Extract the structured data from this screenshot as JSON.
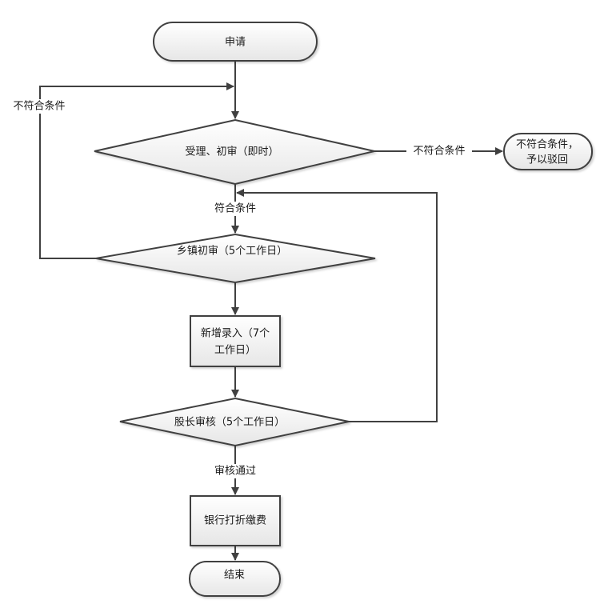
{
  "diagram": {
    "type": "flowchart",
    "colors": {
      "stroke": "#404040",
      "fill_top": "#ffffff",
      "fill_bottom": "#e8e8e8",
      "text": "#1a1a1a"
    },
    "nodes": {
      "start": {
        "kind": "terminal",
        "text": "申请"
      },
      "accept": {
        "kind": "decision",
        "text": "受理、初审（即时）"
      },
      "reject": {
        "kind": "terminal",
        "lines": [
          "不符合条件，",
          "予以驳回"
        ]
      },
      "town": {
        "kind": "decision",
        "text": "乡镇初审（5个工作日）"
      },
      "entry": {
        "kind": "process",
        "lines": [
          "新增录入（7个",
          "工作日）"
        ]
      },
      "chief": {
        "kind": "decision",
        "text": "股长审核（5个工作日）"
      },
      "bank": {
        "kind": "process",
        "text": "银行打折缴费"
      },
      "end": {
        "kind": "terminal",
        "text": "结束"
      }
    },
    "edge_labels": {
      "town_fail": "不符合条件",
      "accept_fail": "不符合条件",
      "accept_pass": "符合条件",
      "chief_pass": "审核通过"
    },
    "edges": [
      {
        "from": "start",
        "to": "accept"
      },
      {
        "from": "accept",
        "to": "reject",
        "label": "不符合条件"
      },
      {
        "from": "accept",
        "to": "town",
        "label": "符合条件"
      },
      {
        "from": "town",
        "to": "accept",
        "label": "不符合条件"
      },
      {
        "from": "town",
        "to": "entry"
      },
      {
        "from": "entry",
        "to": "chief"
      },
      {
        "from": "chief",
        "to": "town"
      },
      {
        "from": "chief",
        "to": "bank",
        "label": "审核通过"
      },
      {
        "from": "bank",
        "to": "end"
      }
    ]
  }
}
